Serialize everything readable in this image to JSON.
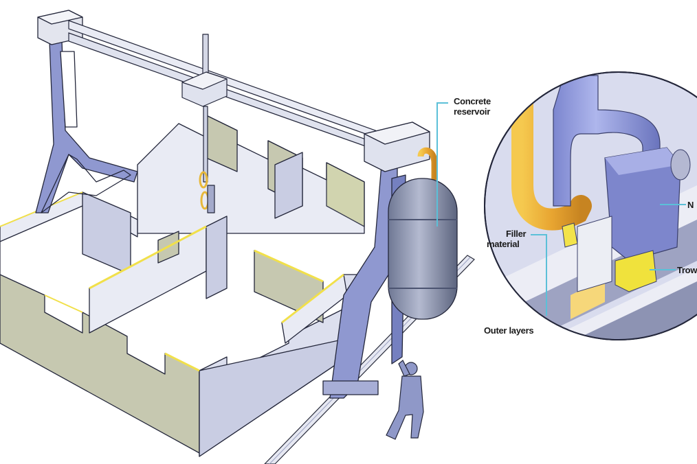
{
  "diagram": {
    "labels": {
      "concrete_reservoir_line1": "Concrete",
      "concrete_reservoir_line2": "reservoir",
      "filler_line1": "Filler",
      "filler_line2": "material",
      "outer_layers": "Outer layers",
      "nozzle_partial": "N",
      "trowel_partial": "Trow"
    },
    "colors": {
      "frame": "#8f98d0",
      "frame_dark": "#5d67a8",
      "wall_light": "#e9ebf4",
      "wall_mid": "#c9cde3",
      "wall_shade": "#c6c8b0",
      "accent_yellow": "#f1e04a",
      "pipe_orange": "#e9a93a",
      "tank": "#8a93b0",
      "leader_line": "#5bc0d8"
    }
  }
}
